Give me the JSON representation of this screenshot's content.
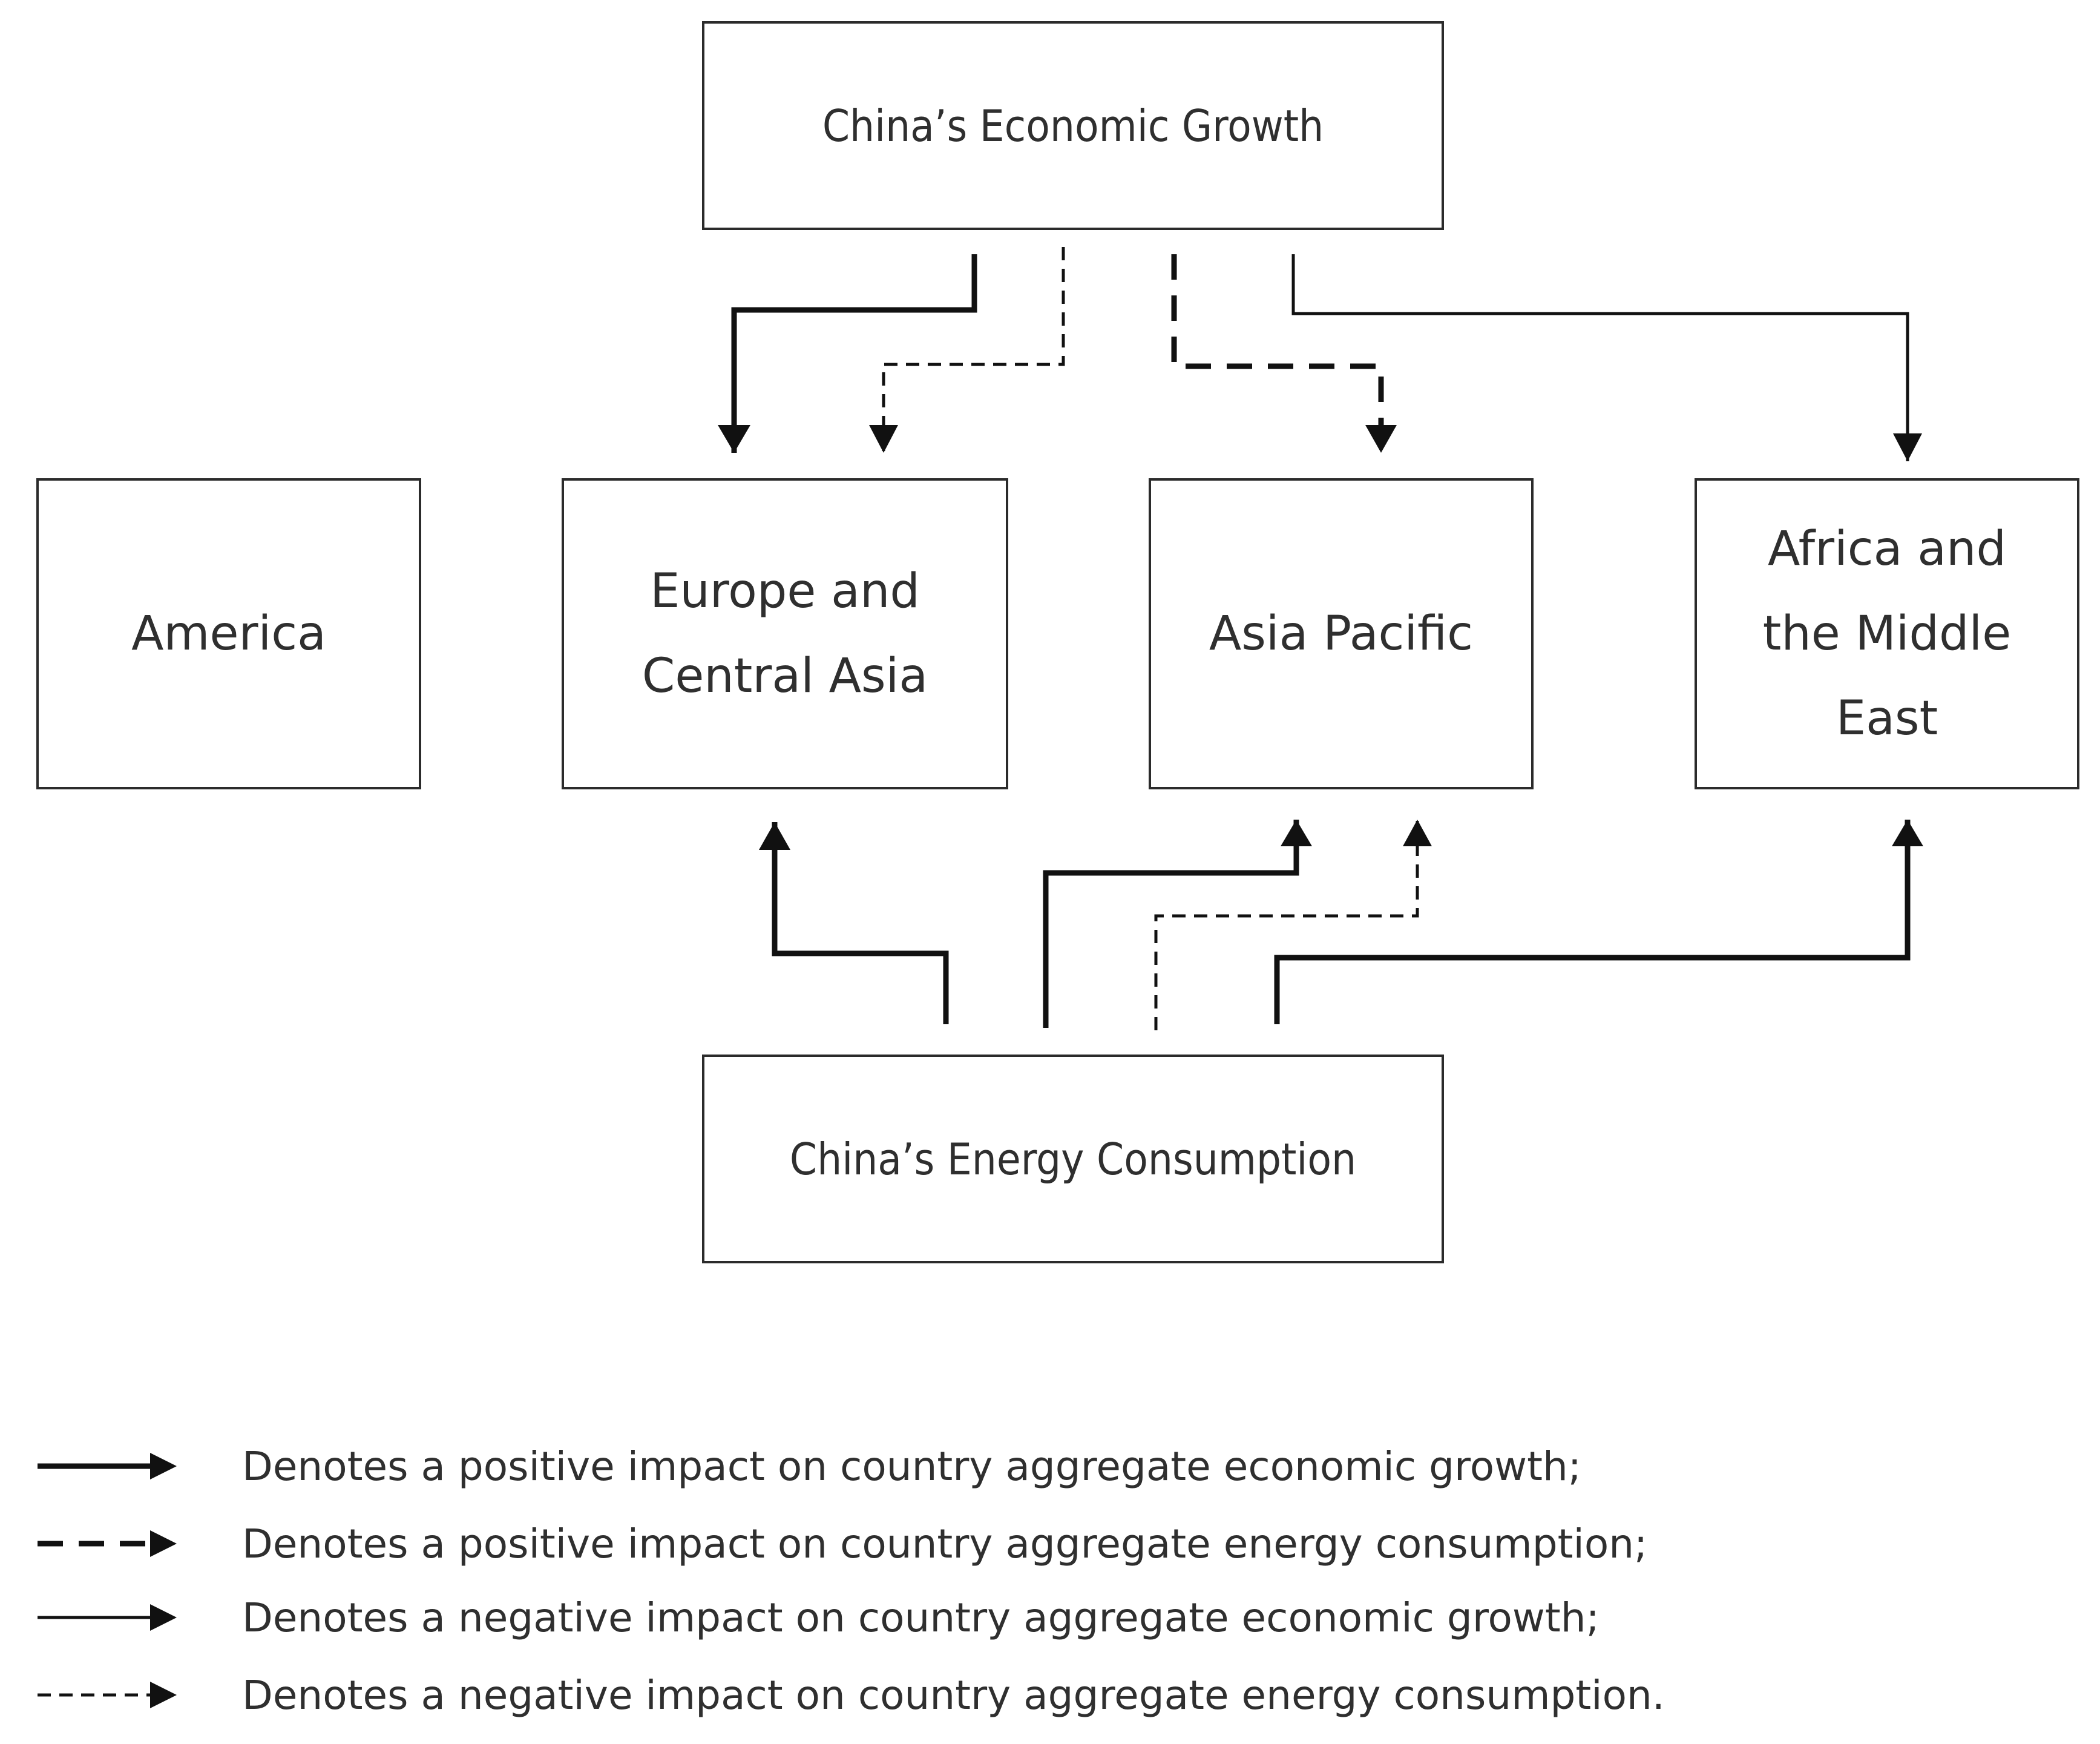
{
  "nodes": {
    "growth": "China’s Economic Growth",
    "consumption": "China’s Energy Consumption",
    "america": "America",
    "europe": "Europe and Central Asia",
    "asia": "Asia Pacific",
    "africa": "Africa and the Middle East"
  },
  "legend": {
    "pos_growth": "Denotes a positive impact on country aggregate economic growth;",
    "pos_energy": "Denotes a positive impact on country aggregate energy consumption;",
    "neg_growth": "Denotes a negative impact on country aggregate economic growth;",
    "neg_energy": "Denotes a negative impact on country aggregate energy consumption."
  },
  "edges": [
    {
      "from": "China’s Economic Growth",
      "to": "Europe and Central Asia",
      "impact": "positive",
      "target": "economic growth"
    },
    {
      "from": "China’s Economic Growth",
      "to": "Europe and Central Asia",
      "impact": "negative",
      "target": "energy consumption"
    },
    {
      "from": "China’s Economic Growth",
      "to": "Asia Pacific",
      "impact": "positive",
      "target": "energy consumption"
    },
    {
      "from": "China’s Economic Growth",
      "to": "Africa and the Middle East",
      "impact": "negative",
      "target": "economic growth"
    },
    {
      "from": "China’s Energy Consumption",
      "to": "Europe and Central Asia",
      "impact": "positive",
      "target": "economic growth"
    },
    {
      "from": "China’s Energy Consumption",
      "to": "Asia Pacific",
      "impact": "positive",
      "target": "economic growth"
    },
    {
      "from": "China’s Energy Consumption",
      "to": "Asia Pacific",
      "impact": "negative",
      "target": "energy consumption"
    },
    {
      "from": "China’s Energy Consumption",
      "to": "Africa and the Middle East",
      "impact": "positive",
      "target": "economic growth"
    }
  ],
  "colors": {
    "line": "#111111",
    "border": "#2b2b2b",
    "text": "#2f2f2f"
  }
}
